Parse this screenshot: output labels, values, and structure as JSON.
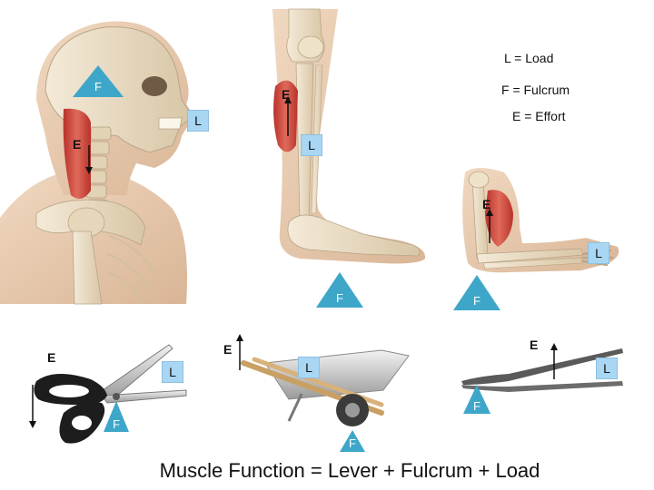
{
  "legend": {
    "load": "L = Load",
    "fulcrum": "F = Fulcrum",
    "effort": "E = Effort"
  },
  "labels": {
    "load": "L",
    "fulcrum": "F",
    "effort": "E"
  },
  "caption": "Muscle Function = Lever + Fulcrum + Load",
  "colors": {
    "fulcrum_triangle": "#3ea7c9",
    "load_box": "#a9d6f2",
    "muscle": "#c9463d",
    "bone": "#e9dcc5",
    "skin": "#e8c9ad"
  }
}
